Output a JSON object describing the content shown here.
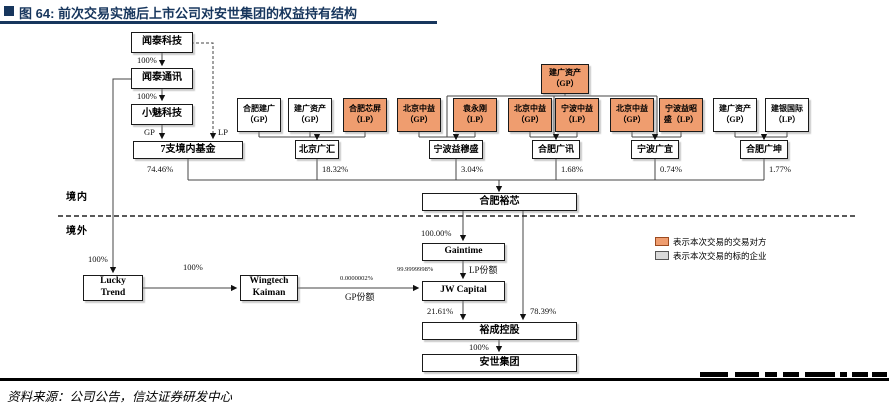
{
  "header": {
    "title": "图 64: 前次交易实施后上市公司对安世集团的权益持有结构"
  },
  "colors": {
    "title_navy": "#17365D",
    "counterparty_orange": "#EF9D6F",
    "target_gray": "#D9D9D9"
  },
  "regions": {
    "domestic": "境内",
    "overseas": "境外"
  },
  "nodes": {
    "wingtech_tech": "闻泰科技",
    "wingtech_comm": "闻泰通讯",
    "xiaomei": "小魅科技",
    "funds7": "7支境内基金",
    "hefei_yuxin": "合肥裕芯",
    "gaintime": "Gaintime",
    "jw_capital": "JW Capital",
    "yucheng": "裕成控股",
    "nexperia": "安世集团",
    "lucky_l1": "Lucky",
    "lucky_l2": "Trend",
    "wk_l1": "Wingtech",
    "wk_l2": "Kaiman"
  },
  "top_gp": {
    "l1": "建广资产",
    "l2": "（GP）"
  },
  "top_row": [
    {
      "l1": "合肥建广",
      "l2": "（GP）"
    },
    {
      "l1": "建广资产",
      "l2": "（GP）"
    },
    {
      "l1": "合肥芯屏",
      "l2": "（LP）"
    },
    {
      "l1": "北京中益",
      "l2": "（GP）"
    },
    {
      "l1": "袁永刚",
      "l2": "（LP）"
    },
    {
      "l1": "北京中益",
      "l2": "（GP）"
    },
    {
      "l1": "宁波中益",
      "l2": "（LP）"
    },
    {
      "l1": "北京中益",
      "l2": "（GP）"
    },
    {
      "l1": "宁波益昭",
      "l2": "盛（LP）"
    },
    {
      "l1": "建广资产",
      "l2": "（GP）"
    },
    {
      "l1": "建银国际",
      "l2": "（LP）"
    }
  ],
  "fund_row": [
    {
      "name": "北京广汇"
    },
    {
      "name": "宁波益穆盛"
    },
    {
      "name": "合肥广讯"
    },
    {
      "name": "宁波广宜"
    },
    {
      "name": "合肥广坤"
    }
  ],
  "pcts": {
    "wt_to_wtc": "100%",
    "wtc_to_xm": "100%",
    "gp": "GP",
    "lp": "LP",
    "funds7": "74.46%",
    "bjgh": "18.32%",
    "nbyms": "3.04%",
    "hfgx": "1.68%",
    "nbgy": "0.74%",
    "hfgk": "1.77%",
    "yx_gt": "100.00%",
    "gt_jw": "99.9999998%",
    "lp_share": "LP份额",
    "jw_yc": "21.61%",
    "yx_yc": "78.39%",
    "to_lucky": "100%",
    "lucky_wk": "100%",
    "wk_jw": "0.0000002%",
    "gp_share": "GP份额",
    "yc_as": "100%"
  },
  "legend": [
    {
      "label": "表示本次交易的交易对方"
    },
    {
      "label": "表示本次交易的标的企业"
    }
  ],
  "footer": {
    "source": "资料来源：公司公告，信达证券研发中心"
  }
}
